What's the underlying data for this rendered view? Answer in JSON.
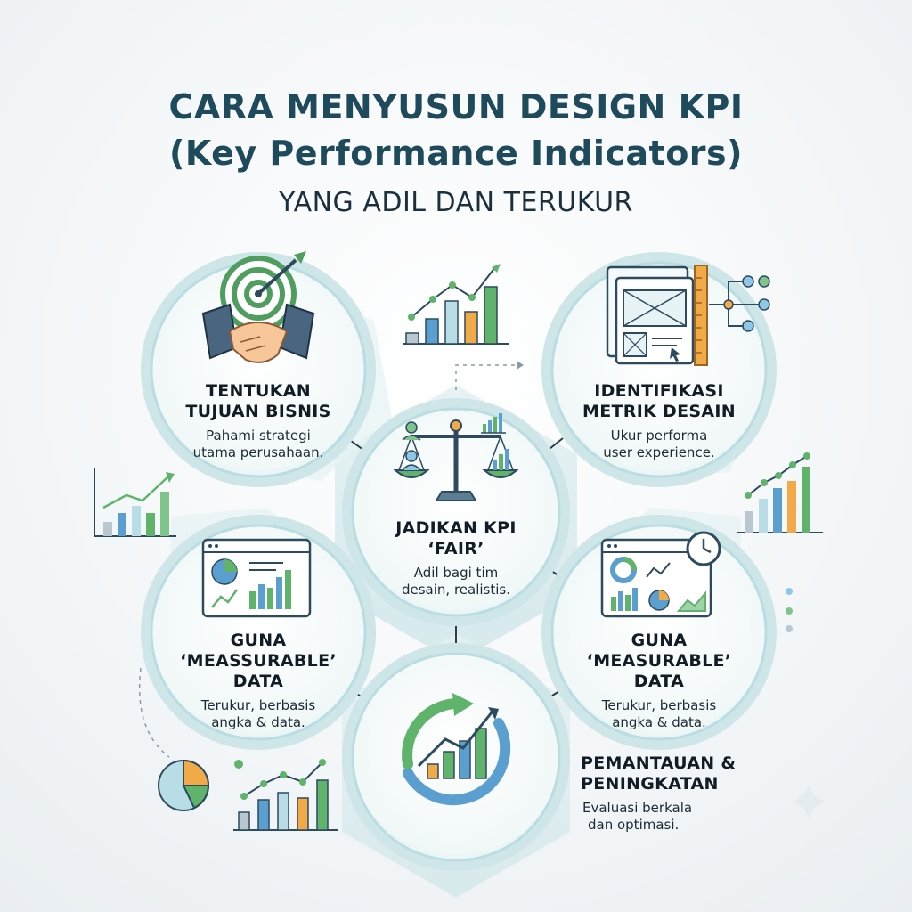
{
  "header": {
    "title_line1": "CARA MENYUSUN DESIGN KPI",
    "title_line2": "(Key Performance Indicators)",
    "subtitle": "YANG ADIL DAN TERUKUR"
  },
  "nodes": {
    "goal": {
      "title1": "TENTUKAN",
      "title2": "TUJUAN BISNIS",
      "desc1": "Pahami strategi",
      "desc2": "utama perusahaan."
    },
    "metric": {
      "title1": "IDENTIFIKASI",
      "title2": "METRIK DESAIN",
      "desc1": "Ukur performa",
      "desc2": "user experience."
    },
    "fair": {
      "title1": "JADIKAN KPI",
      "title2": "‘FAIR’",
      "desc1": "Adil bagi tim",
      "desc2": "desain, realistis."
    },
    "measurable_left": {
      "title1": "GUNA",
      "title2": "‘MEASSURABLE’",
      "title3": "DATA",
      "desc1": "Terukur, berbasis",
      "desc2": "angka & data."
    },
    "measurable_right": {
      "title1": "GUNA",
      "title2": "‘MEASURABLE’",
      "title3": "DATA",
      "desc1": "Terukur, berbasis",
      "desc2": "angka & data."
    },
    "monitor": {
      "title1": "PEMANTAUAN &",
      "title2": "PENINGKATAN",
      "desc1": "Evaluasi berkala",
      "desc2": "dan optimasi."
    }
  },
  "colors": {
    "title": "#1e4a5c",
    "ring": "#bfe0e4",
    "disc": "#eef7f7",
    "green": "#5fb36b",
    "blue": "#5b9fd0",
    "orange": "#f2a947",
    "navy": "#2d4a5e"
  }
}
